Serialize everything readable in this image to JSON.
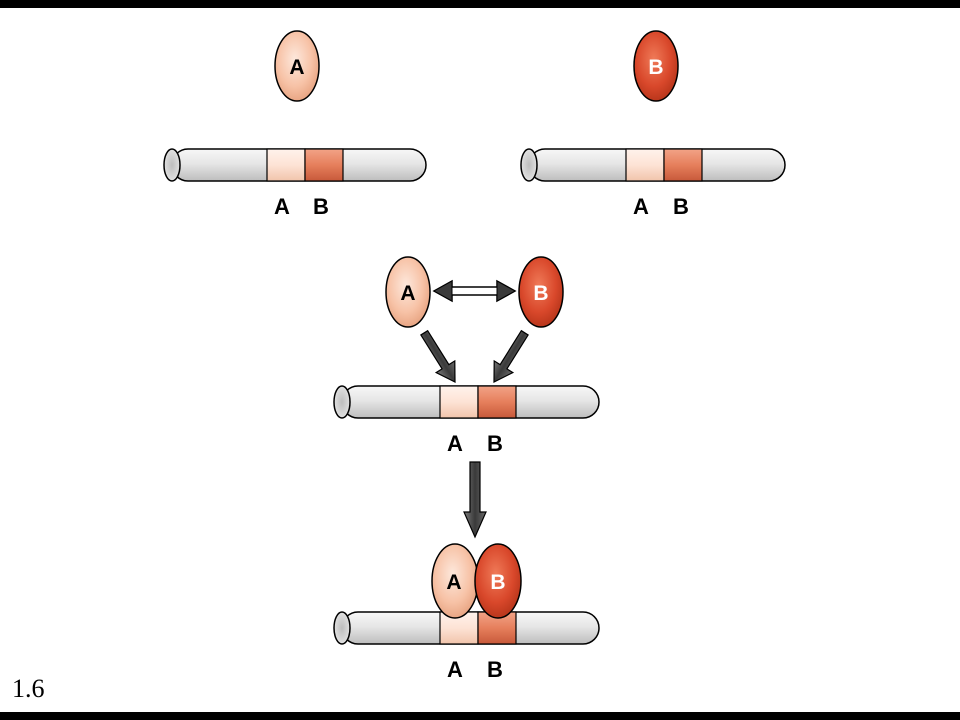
{
  "figure_number": "1.6",
  "labels": {
    "a": "A",
    "b": "B"
  },
  "colors": {
    "protein_a": "#f7c2a6",
    "protein_b": "#d9482b",
    "site_a": "#fde3d5",
    "site_b": "#e67f5c",
    "dna": "#dcdcdc",
    "arrow": "#404040"
  },
  "panels": [
    {
      "id": "a-alone",
      "proteins": [
        "A"
      ],
      "sites": [
        "A",
        "B"
      ]
    },
    {
      "id": "b-alone",
      "proteins": [
        "B"
      ],
      "sites": [
        "A",
        "B"
      ]
    },
    {
      "id": "interaction",
      "proteins": [
        "A",
        "B"
      ],
      "sites": [
        "A",
        "B"
      ],
      "arrows": [
        "double",
        "down-right",
        "down-left"
      ]
    },
    {
      "id": "bound-complex",
      "proteins": [
        "A",
        "B"
      ],
      "sites": [
        "A",
        "B"
      ],
      "arrows": [
        "down"
      ]
    }
  ]
}
